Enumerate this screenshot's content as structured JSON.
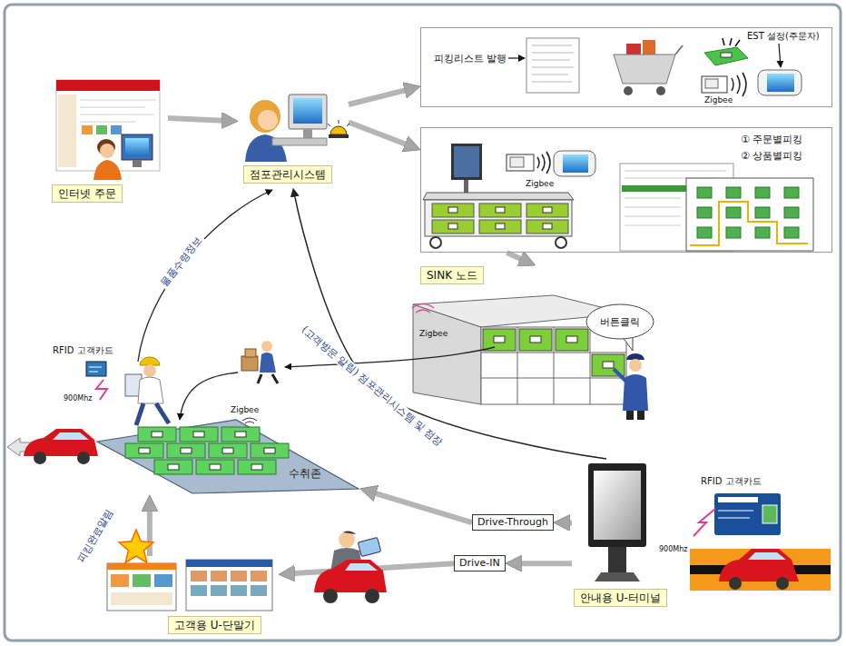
{
  "diagram": {
    "nodes": [
      {
        "text": [
          "인터넷 주문"
        ]
      },
      {
        "text": [
          "점포관리시스템"
        ]
      },
      {
        "text": [
          "피킹리스트 발행",
          "EST 설정(주문자)",
          "Zigbee"
        ]
      },
      {
        "text": [
          "① 주문별피킹",
          "② 상품별피킹",
          "Zigbee"
        ]
      },
      {
        "text": [
          "SINK 노드"
        ]
      },
      {
        "text": [
          "버튼클릭"
        ]
      },
      {
        "text": [
          "Zigbee",
          "수취존"
        ]
      },
      {
        "text": [
          "Drive-Through"
        ]
      },
      {
        "text": [
          "Drive-IN"
        ]
      },
      {
        "text": [
          "안내용 U-터미널"
        ]
      },
      {
        "text": [
          "고객용 U-단말기"
        ]
      }
    ],
    "edges": [
      {
        "from": 0,
        "to": 1,
        "arrow": "to"
      },
      {
        "from": 1,
        "to": 2,
        "arrow": "to"
      },
      {
        "from": 1,
        "to": 3,
        "arrow": "to"
      },
      {
        "from": 3,
        "to": 4,
        "arrow": "to"
      },
      {
        "from": 9,
        "to": 1,
        "label": "(고객방문 알림) 점포관리시스템 및 점장",
        "arrow": "to"
      },
      {
        "from": 9,
        "to": 7,
        "arrow": "to"
      },
      {
        "from": 7,
        "to": 6,
        "arrow": "to"
      },
      {
        "from": 9,
        "to": 8,
        "arrow": "to"
      },
      {
        "from": 8,
        "to": 10,
        "arrow": "to"
      },
      {
        "from": 10,
        "to": 6,
        "label": "피킹완료알림",
        "arrow": "to"
      }
    ],
    "labels": [
      "Zigbee",
      "물품수령정보",
      "RFID 고객카드",
      "900Mhz",
      "RFID 고객카드",
      "900Mhz"
    ]
  }
}
